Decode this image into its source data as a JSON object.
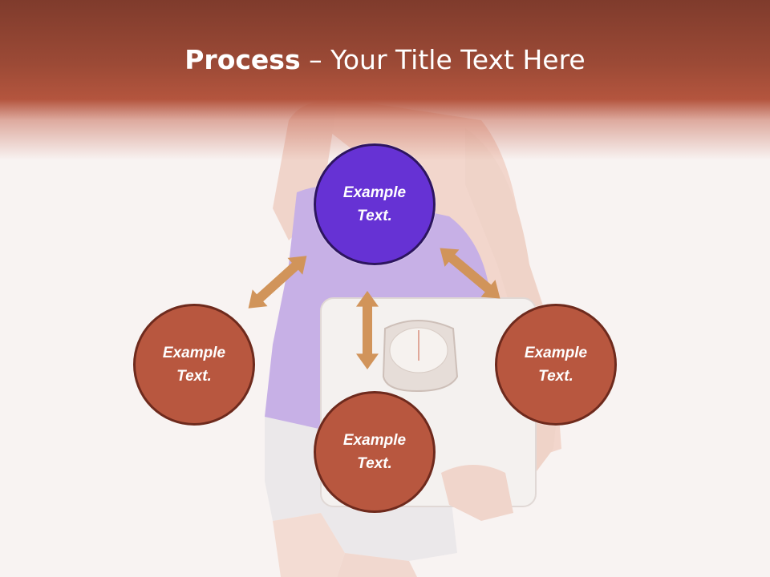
{
  "title": {
    "bold": "Process",
    "separator": "–",
    "rest": "Your Title Text Here"
  },
  "nodes": {
    "top": "Example Text.",
    "left": "Example Text.",
    "right": "Example Text.",
    "bottom": "Example Text."
  },
  "colors": {
    "header": "#b4553e",
    "node_fill": "#b8573f",
    "node_highlight": "#6632d4",
    "arrow": "#d1945a"
  }
}
